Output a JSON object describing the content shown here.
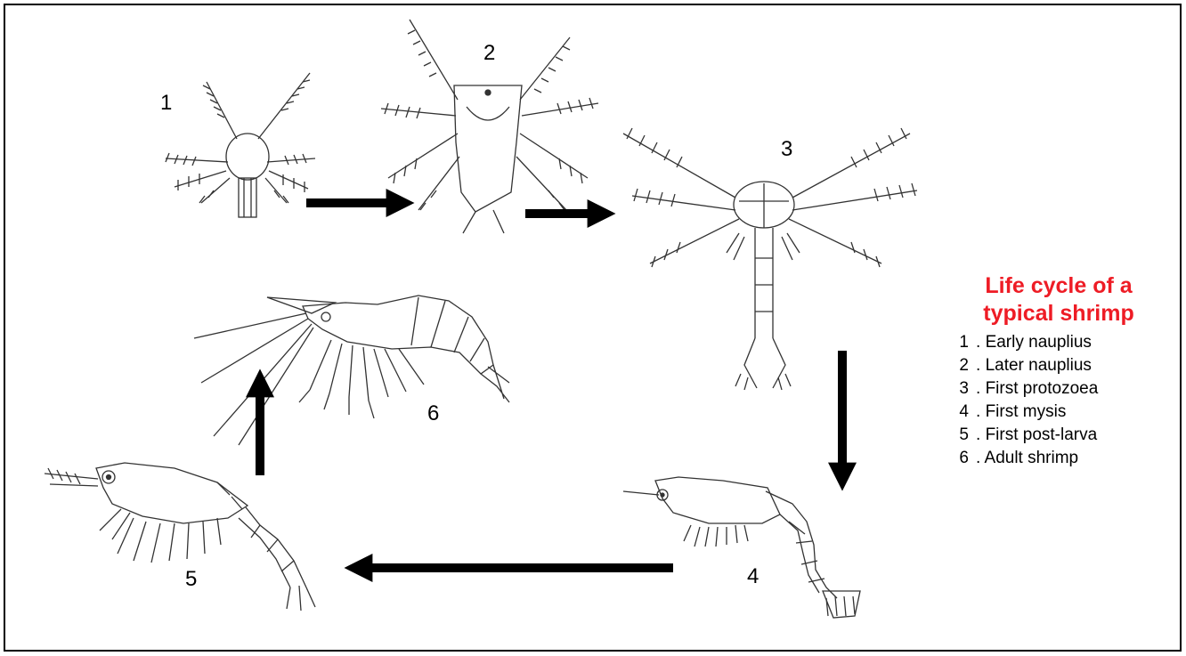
{
  "title_line1": "Life cycle of a",
  "title_line2": "typical shrimp",
  "title_color": "#ee1c25",
  "stages": [
    {
      "number": "1",
      "label": "Early nauplius"
    },
    {
      "number": "2",
      "label": "Later nauplius"
    },
    {
      "number": "3",
      "label": "First protozoea"
    },
    {
      "number": "4",
      "label": "First mysis"
    },
    {
      "number": "5",
      "label": "First post-larva"
    },
    {
      "number": "6",
      "label": "Adult shrimp"
    }
  ],
  "arrows": [
    {
      "from": "1",
      "to": "2"
    },
    {
      "from": "2",
      "to": "3"
    },
    {
      "from": "3",
      "to": "4"
    },
    {
      "from": "4",
      "to": "5"
    },
    {
      "from": "5",
      "to": "6"
    }
  ]
}
